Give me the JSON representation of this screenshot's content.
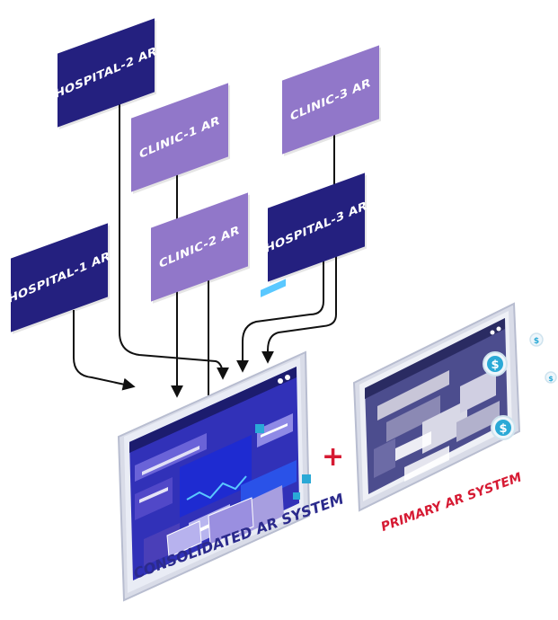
{
  "sources": {
    "hospital_2": "HOSPITAL-2 AR",
    "clinic_1": "CLINIC-1 AR",
    "clinic_3": "CLINIC-3 AR",
    "hospital_1": "HOSPITAL-1 AR",
    "clinic_2": "CLINIC-2 AR",
    "hospital_3": "HOSPITAL-3 AR"
  },
  "targets": {
    "consolidated": "CONSOLIDATED AR SYSTEM",
    "primary": "PRIMARY AR SYSTEM",
    "plus": "+"
  },
  "colors": {
    "hospital_box": "#24207f",
    "clinic_box": "#9177c9",
    "consolidated_label": "#2b2a8c",
    "primary_label": "#d61a33",
    "plus": "#d61a33",
    "connector": "#111111",
    "screen_blue": "#3131b8",
    "dollar": "#2aa9d6"
  },
  "icons": {
    "dollar": "$"
  }
}
